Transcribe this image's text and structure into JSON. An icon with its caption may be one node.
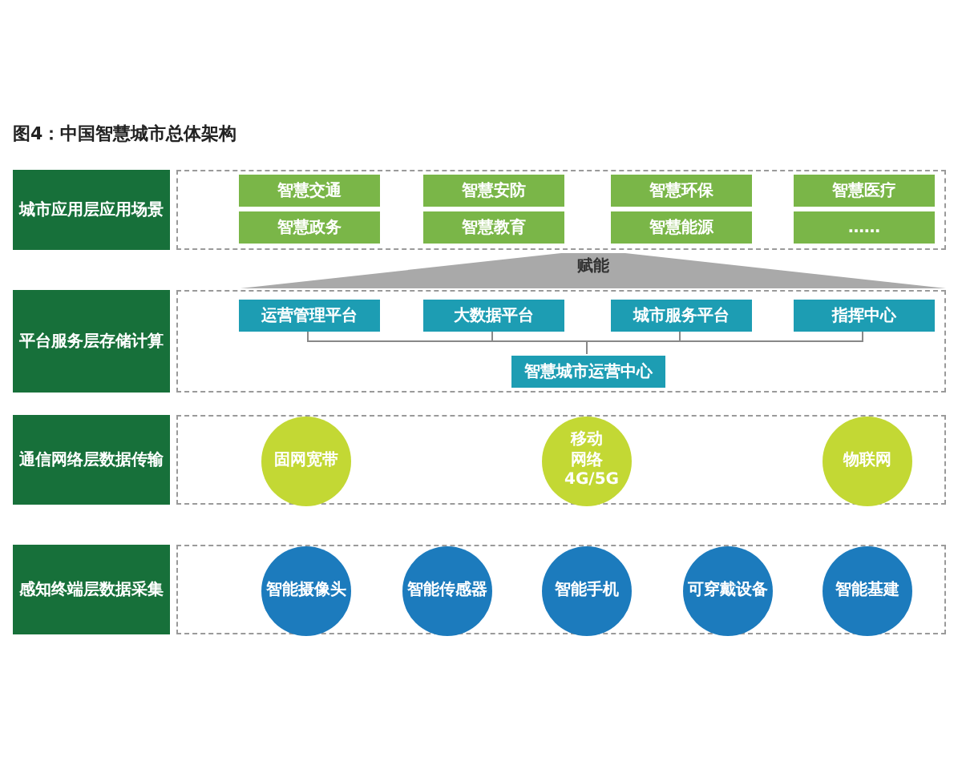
{
  "diagram": {
    "title": "图4：中国智慧城市总体架构",
    "nodes": [
      {
        "text": [
          "城市应用层应用场景"
        ]
      },
      {
        "text": [],
        "shape": "box"
      },
      {
        "text": [
          "智慧交通"
        ],
        "in": 1
      },
      {
        "text": [
          "智慧安防"
        ],
        "in": 1
      },
      {
        "text": [
          "智慧环保"
        ],
        "in": 1
      },
      {
        "text": [
          "智慧医疗"
        ],
        "in": 1
      },
      {
        "text": [
          "智慧政务"
        ],
        "in": 1
      },
      {
        "text": [
          "智慧教育"
        ],
        "in": 1
      },
      {
        "text": [
          "智慧能源"
        ],
        "in": 1
      },
      {
        "text": [
          "……"
        ],
        "in": 1
      },
      {
        "text": [
          "赋能"
        ]
      },
      {
        "text": [
          "平台服务层存储计算"
        ]
      },
      {
        "text": [],
        "shape": "box"
      },
      {
        "text": [
          "运营管理平台"
        ],
        "in": 12
      },
      {
        "text": [
          "大数据平台"
        ],
        "in": 12
      },
      {
        "text": [
          "城市服务平台"
        ],
        "in": 12
      },
      {
        "text": [
          "指挥中心"
        ],
        "in": 12
      },
      {
        "text": [
          "智慧城市运营中心"
        ],
        "in": 12
      },
      {
        "text": [
          "通信网络层数据传输"
        ]
      },
      {
        "text": [],
        "shape": "box"
      },
      {
        "text": [
          "固网宽带"
        ],
        "in": 19
      },
      {
        "text": [
          "移动网络4G/5G"
        ],
        "in": 19
      },
      {
        "text": [
          "物联网"
        ],
        "in": 19
      },
      {
        "text": [
          "感知终端层数据采集"
        ]
      },
      {
        "text": [],
        "shape": "box"
      },
      {
        "text": [
          "智能摄像头"
        ],
        "in": 24
      },
      {
        "text": [
          "智能传感器"
        ],
        "in": 24
      },
      {
        "text": [
          "智能手机"
        ],
        "in": 24
      },
      {
        "text": [
          "可穿戴设备"
        ],
        "in": 24
      },
      {
        "text": [
          "智能基建"
        ],
        "in": 24
      }
    ],
    "edges": [
      {
        "from": 13,
        "to": 17,
        "arrow": "none"
      },
      {
        "from": 14,
        "to": 17,
        "arrow": "none"
      },
      {
        "from": 15,
        "to": 17,
        "arrow": "none"
      },
      {
        "from": 16,
        "to": 17,
        "arrow": "none"
      }
    ]
  }
}
